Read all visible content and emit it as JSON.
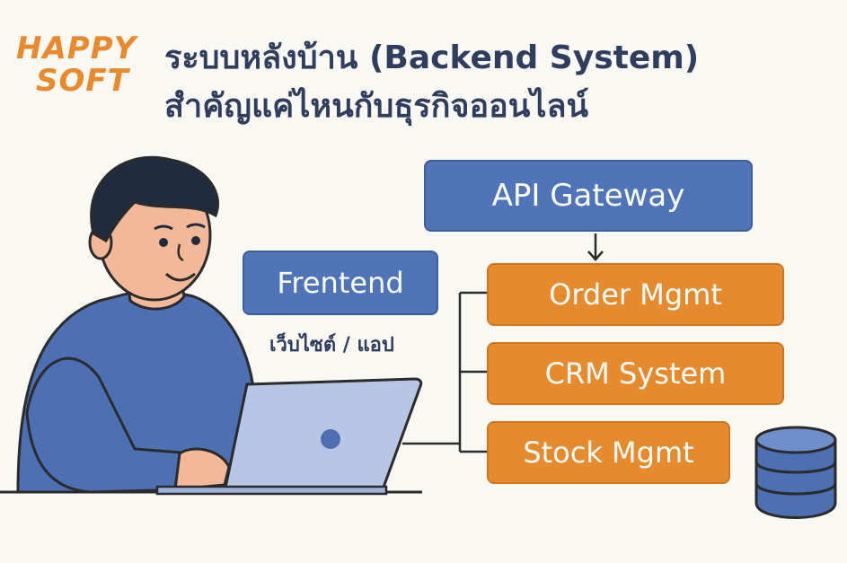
{
  "logo": {
    "line1": "HAPPY",
    "line2": "SOFT"
  },
  "title": {
    "line1": "ระบบหลังบ้าน (Backend System)",
    "line2": "สำคัญแค่ไหนกับธุรกิจออนไลน์"
  },
  "diagram": {
    "api_gateway": "API Gateway",
    "frontend": "Frentend",
    "frontend_sub": "เว็บไซต์ / แอป",
    "modules": [
      "Order Mgmt",
      "CRM System",
      "Stock Mgmt"
    ]
  },
  "colors": {
    "accent_orange": "#e68a2e",
    "accent_blue": "#4f74b8",
    "title_navy": "#2f3e5e",
    "logo_orange": "#e8892c"
  },
  "icons": [
    "person-laptop-illustration",
    "database-icon",
    "arrow-down-icon"
  ]
}
